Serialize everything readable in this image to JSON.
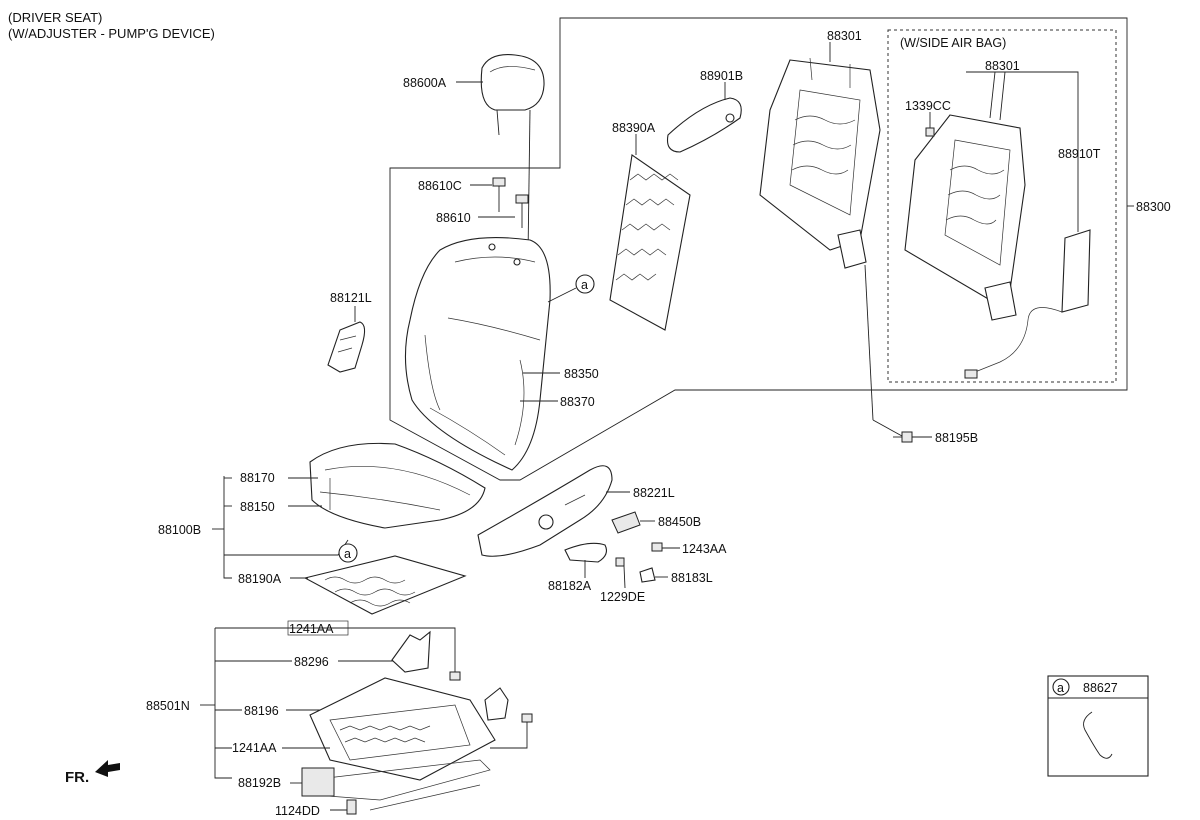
{
  "header": {
    "line1": "(DRIVER SEAT)",
    "line2": "(W/ADJUSTER - PUMP'G DEVICE)"
  },
  "inset": {
    "title": "(W/SIDE AIR BAG)"
  },
  "parts": {
    "p88600A": "88600A",
    "p88610C": "88610C",
    "p88610": "88610",
    "p88121L": "88121L",
    "p88390A": "88390A",
    "p88901B": "88901B",
    "p88301_main": "88301",
    "p88301_inset": "88301",
    "p1339CC": "1339CC",
    "p88910T": "88910T",
    "p88300": "88300",
    "p88350": "88350",
    "p88370": "88370",
    "p88195B": "88195B",
    "p88170": "88170",
    "p88150": "88150",
    "p88100B": "88100B",
    "p88190A": "88190A",
    "p88221L": "88221L",
    "p88450B": "88450B",
    "p1243AA": "1243AA",
    "p88182A": "88182A",
    "p88183L": "88183L",
    "p1229DE": "1229DE",
    "p1241AA_top": "1241AA",
    "p88296": "88296",
    "p88501N": "88501N",
    "p88196": "88196",
    "p1241AA_bot": "1241AA",
    "p88192B": "88192B",
    "p1124DD": "1124DD"
  },
  "callouts": {
    "a_upper": "a",
    "a_lower": "a",
    "a_legend": "a"
  },
  "legend": {
    "part": "88627"
  },
  "direction": {
    "label": "FR."
  }
}
